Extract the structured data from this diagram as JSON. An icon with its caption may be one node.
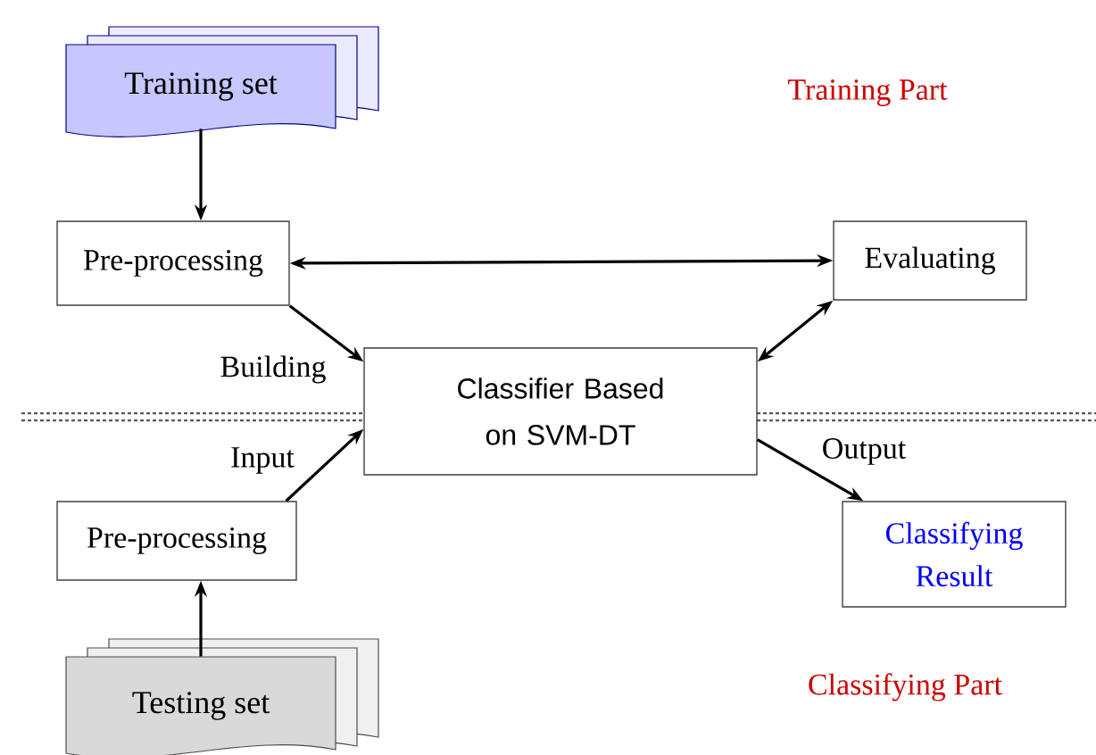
{
  "diagram": {
    "nodes": [
      {
        "text": [
          "Training set"
        ]
      },
      {
        "text": [
          "Pre-processing"
        ]
      },
      {
        "text": [
          "Evaluating"
        ]
      },
      {
        "text": [
          "Classifier Based on SVM-DT"
        ]
      },
      {
        "text": [
          "Pre-processing"
        ]
      },
      {
        "text": [
          "Classifying Result"
        ]
      },
      {
        "text": [
          "Testing set"
        ]
      }
    ],
    "edges": [
      {
        "from": 0,
        "to": 1,
        "arrow": "to"
      },
      {
        "from": 1,
        "to": 2,
        "arrow": "both"
      },
      {
        "from": 1,
        "to": 3,
        "arrow": "to",
        "label": "Building"
      },
      {
        "from": 2,
        "to": 3,
        "arrow": "both"
      },
      {
        "from": 4,
        "to": 3,
        "arrow": "to",
        "label": "Input"
      },
      {
        "from": 3,
        "to": 5,
        "arrow": "to",
        "label": "Output"
      },
      {
        "from": 6,
        "to": 4,
        "arrow": "to"
      }
    ],
    "labels": [
      "Training Part",
      "Classifying Part"
    ]
  }
}
